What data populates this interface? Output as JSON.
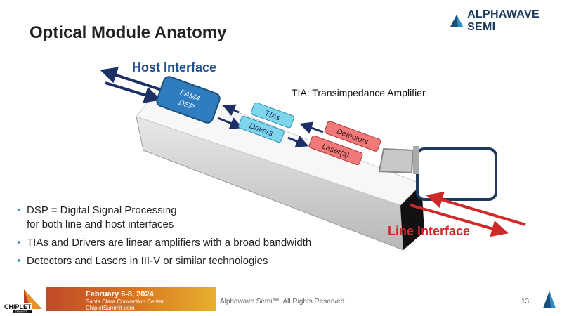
{
  "slide": {
    "title": "Optical Module Anatomy",
    "page_number": "13"
  },
  "logo": {
    "text": "ALPHAWAVE SEMI"
  },
  "diagram": {
    "host_label": "Host Interface",
    "line_label": "Line Interface",
    "note": "TIA: Transimpedance Amplifier",
    "blocks": {
      "dsp_line1": "PAM4",
      "dsp_line2": "DSP",
      "tias": "TIAs",
      "drivers": "Drivers",
      "detectors": "Detectors",
      "lasers": "Laser(s)"
    },
    "colors": {
      "dsp": "#2f7dbf",
      "tia": "#7fd6ec",
      "laser": "#f07a7a",
      "host_arrow": "#1c3066",
      "line_arrow": "#d02828"
    }
  },
  "bullets": [
    {
      "text": "DSP = Digital Signal Processing",
      "sub": "for both line and host interfaces"
    },
    {
      "text": "TIAs and Drivers are linear amplifiers with a broad bandwidth"
    },
    {
      "text": "Detectors and Lasers in III-V or similar technologies"
    }
  ],
  "footer": {
    "event_date": "February 6-8, 2024",
    "venue": "Santa Clara Convention Center",
    "site": "ChipletSummit.com",
    "event_logo": "CHIPLET SUMMIT",
    "copyright": "Alphawave Semi™. All Rights Reserved."
  }
}
